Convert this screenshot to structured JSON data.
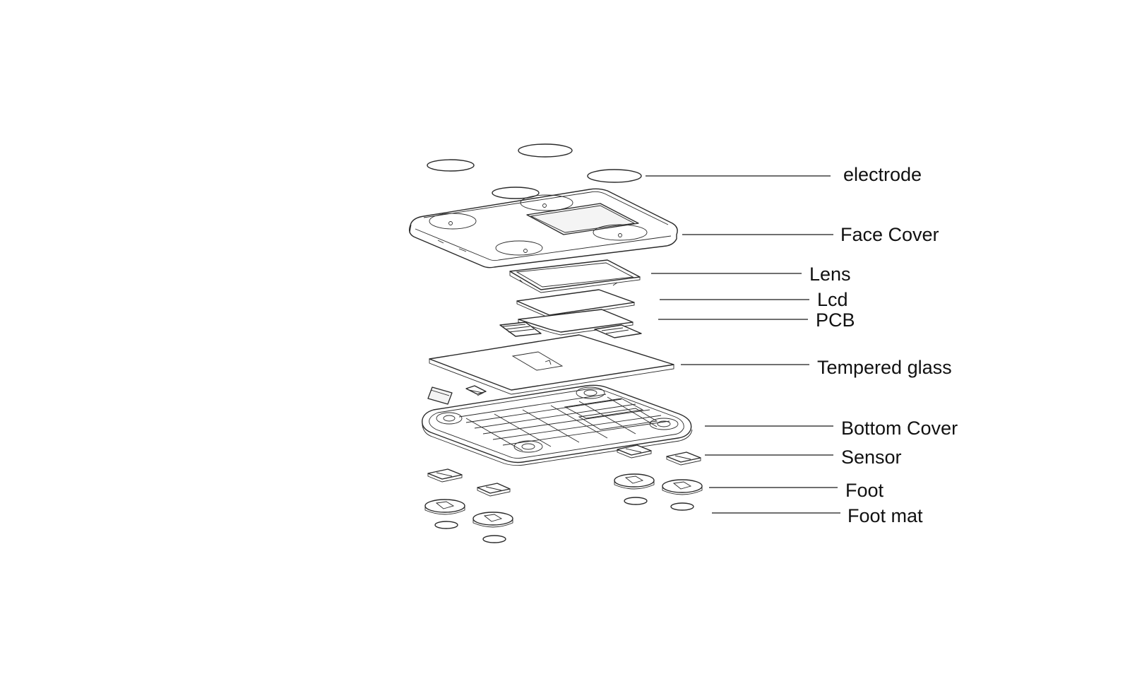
{
  "labels": {
    "electrode": "electrode",
    "face_cover": "Face Cover",
    "lens": "Lens",
    "lcd": "Lcd",
    "pcb": "PCB",
    "tempered_glass": "Tempered glass",
    "bottom_cover": "Bottom Cover",
    "sensor": "Sensor",
    "foot": "Foot",
    "foot_mat": "Foot mat"
  },
  "colors": {
    "line": "#2a2a2a",
    "background": "#ffffff"
  }
}
